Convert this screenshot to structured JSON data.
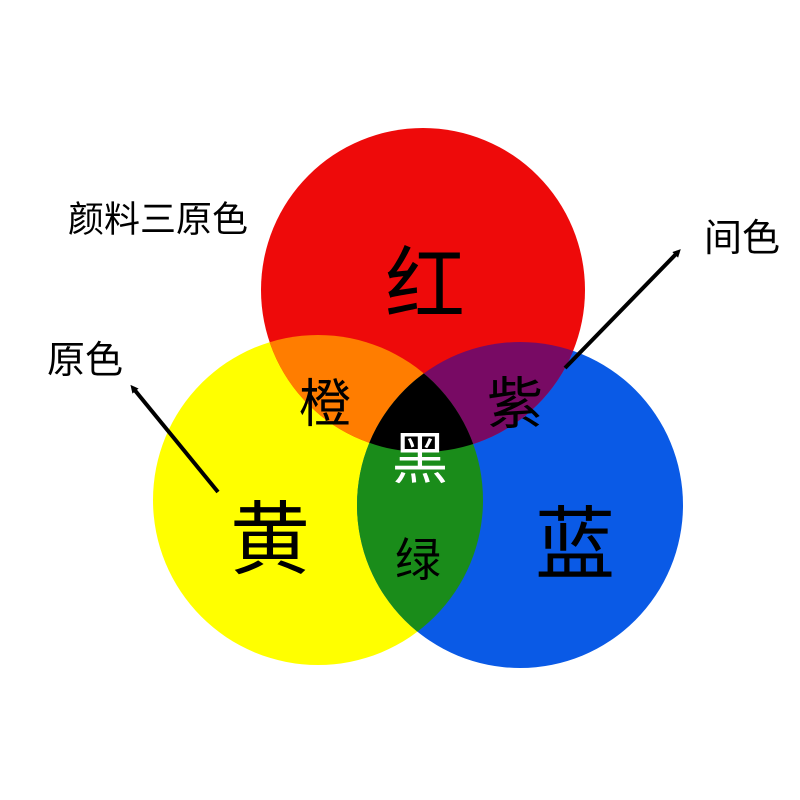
{
  "title": "颜料三原色",
  "annotations": {
    "primary": "原色",
    "secondary": "间色"
  },
  "regions": {
    "red": {
      "label": "红",
      "color": "#ee0a0a"
    },
    "yellow": {
      "label": "黄",
      "color": "#ffff00"
    },
    "blue": {
      "label": "蓝",
      "color": "#0a5ae6"
    },
    "orange": {
      "label": "橙",
      "color": "#ff7d00"
    },
    "purple": {
      "label": "紫",
      "color": "#780a64"
    },
    "green": {
      "label": "绿",
      "color": "#1a8c1a"
    },
    "black": {
      "label": "黑",
      "color": "#000000"
    }
  }
}
